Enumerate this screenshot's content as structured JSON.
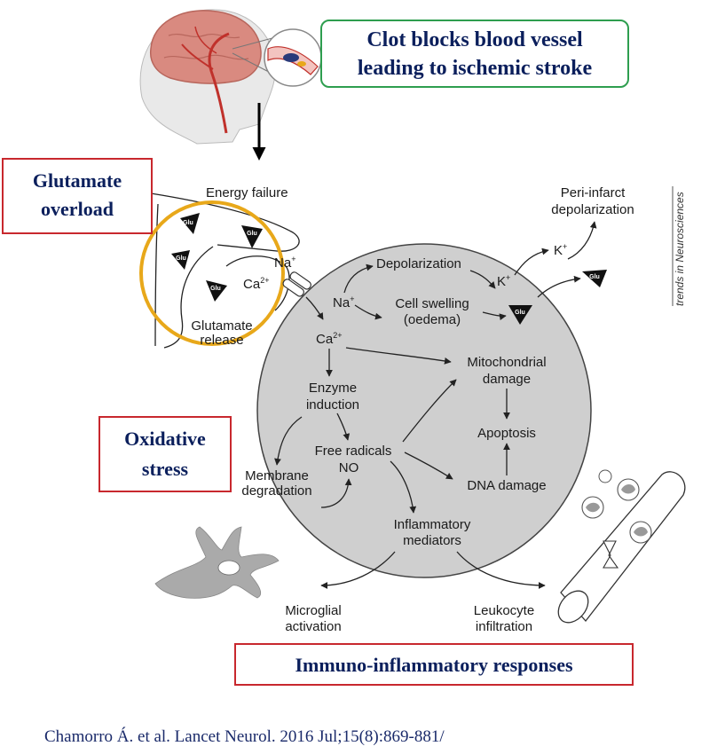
{
  "header": {
    "line1": "Clot blocks blood vessel",
    "line2": "leading to ischemic stroke"
  },
  "boxes": {
    "glutamate_line1": "Glutamate",
    "glutamate_line2": "overload",
    "oxidative_line1": "Oxidative",
    "oxidative_line2": "stress",
    "immuno": "Immuno-inflammatory responses"
  },
  "labels": {
    "energy_failure": "Energy failure",
    "glutamate_release_1": "Glutamate",
    "glutamate_release_2": "release",
    "na_plus": "Na",
    "ca_2plus": "Ca",
    "na_inside": "Na",
    "ca_inside": "Ca",
    "depolarization": "Depolarization",
    "cell_swelling_1": "Cell swelling",
    "cell_swelling_2": "(oedema)",
    "k_plus_inner": "K",
    "k_plus_outer": "K",
    "peri_infarct_1": "Peri-infarct",
    "peri_infarct_2": "depolarization",
    "mito_1": "Mitochondrial",
    "mito_2": "damage",
    "enzyme_1": "Enzyme",
    "enzyme_2": "induction",
    "apoptosis": "Apoptosis",
    "free_radicals": "Free radicals",
    "no": "NO",
    "membrane_1": "Membrane",
    "membrane_2": "degradation",
    "dna_damage": "DNA damage",
    "inflam_1": "Inflammatory",
    "inflam_2": "mediators",
    "microglial_1": "Microglial",
    "microglial_2": "activation",
    "leukocyte_1": "Leukocyte",
    "leukocyte_2": "infiltration",
    "side_note": "trends in Neurosciences",
    "glu": "Glu"
  },
  "citation": "Chamorro Á. et al. Lancet Neurol. 2016 Jul;15(8):869-881/",
  "colors": {
    "green_border": "#2e9e4f",
    "red_border": "#c8282e",
    "yellow_ring": "#e8a81a",
    "cell_fill": "#cfcfcf",
    "title_text": "#0b1f5c",
    "brain_pink": "#d98a80",
    "artery_red": "#c0312b"
  }
}
